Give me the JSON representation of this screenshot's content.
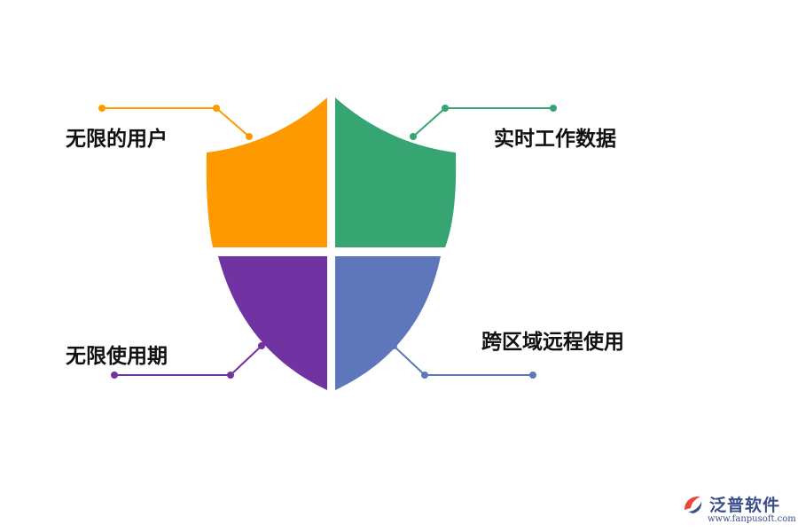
{
  "diagram": {
    "quadrants": [
      {
        "id": "top-left",
        "label": "无限的用户",
        "color": "#FF9900"
      },
      {
        "id": "top-right",
        "label": "实时工作数据",
        "color": "#36A572"
      },
      {
        "id": "bottom-left",
        "label": "无限使用期",
        "color": "#7233A2"
      },
      {
        "id": "bottom-right",
        "label": "跨区域远程使用",
        "color": "#5E77BA"
      }
    ]
  },
  "logo": {
    "name": "泛普软件",
    "url": "www.fanpusoft.com",
    "icon": "fanpu-logo-icon"
  }
}
